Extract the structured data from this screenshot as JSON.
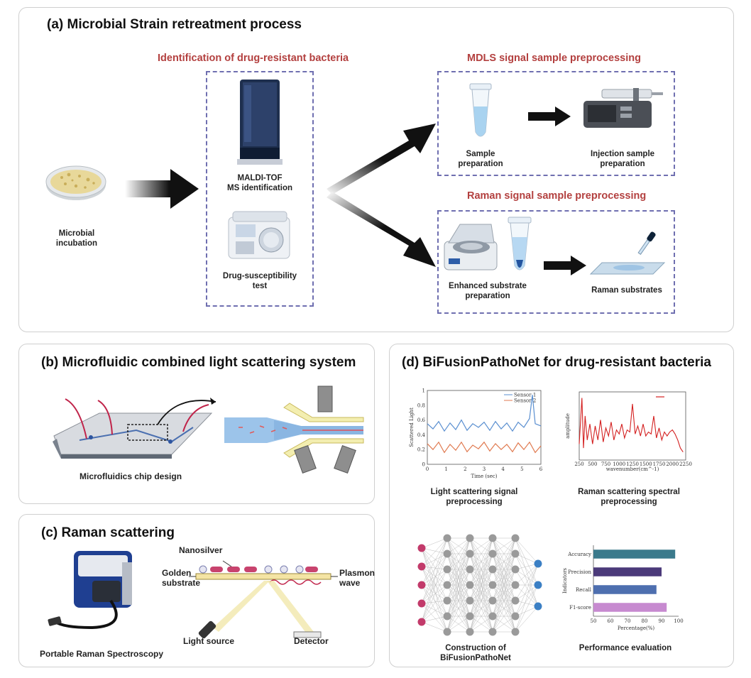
{
  "panel_a": {
    "title": "(a) Microbial Strain retreatment process",
    "section_identification": "Identification of drug-resistant bacteria",
    "section_mdls": "MDLS signal sample preprocessing",
    "section_raman": "Raman signal sample preprocessing",
    "labels": {
      "incubation": "Microbial\nincubation",
      "maldi": "MALDI-TOF\nMS identification",
      "drug_test": "Drug-susceptibility\ntest",
      "sample_prep": "Sample\npreparation",
      "injection_prep": "Injection sample\npreparation",
      "enhanced_substrate": "Enhanced substrate\npreparation",
      "raman_substrates": "Raman substrates"
    }
  },
  "panel_b": {
    "title": "(b) Microfluidic combined light scattering system",
    "chip_label": "Microfluidics chip design"
  },
  "panel_c": {
    "title": "(c) Raman scattering",
    "device_label": "Portable Raman Spectroscopy",
    "nanosilver": "Nanosilver",
    "golden_substrate": "Golden\nsubstrate",
    "plasmon_wave": "Plasmon\nwave",
    "light_source": "Light source",
    "detector": "Detector"
  },
  "panel_d": {
    "title": "(d) BiFusionPathoNet for drug-resistant bacteria",
    "light_caption": "Light scattering signal\npreprocessing",
    "raman_caption": "Raman scattering spectral\npreprocessing",
    "network_caption": "Construction of\nBiFusionPathoNet",
    "performance_caption": "Performance evaluation"
  },
  "chart_data": [
    {
      "type": "line",
      "xlabel": "Time (sec)",
      "ylabel": "Scattered Light",
      "xlim": [
        0,
        6
      ],
      "ylim": [
        0,
        1
      ],
      "x_ticks": [
        0,
        1,
        2,
        3,
        4,
        5,
        6
      ],
      "y_ticks": [
        0,
        0.2,
        0.4,
        0.6,
        0.8,
        1
      ],
      "series": [
        {
          "name": "Sensor 1",
          "color": "#5a8fd0",
          "x": [
            0,
            0.3,
            0.6,
            0.9,
            1.2,
            1.5,
            1.8,
            2.1,
            2.4,
            2.7,
            3.0,
            3.3,
            3.6,
            3.9,
            4.2,
            4.5,
            4.8,
            5.1,
            5.4,
            5.55,
            5.7,
            6.0
          ],
          "y": [
            0.55,
            0.48,
            0.58,
            0.45,
            0.56,
            0.47,
            0.6,
            0.46,
            0.55,
            0.5,
            0.57,
            0.46,
            0.58,
            0.48,
            0.56,
            0.45,
            0.57,
            0.5,
            0.62,
            0.94,
            0.55,
            0.52
          ]
        },
        {
          "name": "Sensor 2",
          "color": "#e07a50",
          "x": [
            0,
            0.3,
            0.6,
            0.9,
            1.2,
            1.5,
            1.8,
            2.1,
            2.4,
            2.7,
            3.0,
            3.3,
            3.6,
            3.9,
            4.2,
            4.5,
            4.8,
            5.1,
            5.4,
            5.7,
            6.0
          ],
          "y": [
            0.28,
            0.2,
            0.3,
            0.16,
            0.27,
            0.19,
            0.3,
            0.17,
            0.26,
            0.21,
            0.3,
            0.18,
            0.28,
            0.2,
            0.27,
            0.17,
            0.29,
            0.2,
            0.3,
            0.16,
            0.25
          ]
        }
      ]
    },
    {
      "type": "line",
      "xlabel": "wavenumber(cm^-1)",
      "ylabel": "amplitude",
      "xlim": [
        250,
        2250
      ],
      "ylim": [
        -0.6,
        1.1
      ],
      "x_ticks": [
        250,
        500,
        750,
        1000,
        1250,
        1500,
        1750,
        2000,
        2250
      ],
      "series": [
        {
          "color": "#d42020",
          "x": [
            250,
            300,
            330,
            360,
            400,
            450,
            500,
            550,
            600,
            650,
            700,
            750,
            800,
            850,
            900,
            950,
            1000,
            1050,
            1100,
            1150,
            1200,
            1250,
            1300,
            1350,
            1400,
            1450,
            1500,
            1550,
            1600,
            1650,
            1700,
            1750,
            1800,
            1850,
            1900,
            1950,
            2000,
            2050,
            2100,
            2150,
            2200
          ],
          "y": [
            -0.2,
            0.95,
            -0.3,
            0.5,
            -0.1,
            0.3,
            -0.2,
            0.25,
            -0.1,
            0.4,
            -0.15,
            0.2,
            0.0,
            0.35,
            -0.1,
            0.15,
            0.05,
            0.3,
            -0.05,
            0.15,
            0.1,
            0.8,
            0.05,
            0.25,
            0.0,
            0.3,
            0.0,
            0.1,
            0.05,
            0.5,
            -0.05,
            0.2,
            -0.1,
            0.1,
            0.0,
            0.1,
            0.15,
            0.05,
            -0.1,
            -0.3,
            -0.4
          ]
        }
      ]
    },
    {
      "type": "bar",
      "orientation": "horizontal",
      "categories": [
        "Accuracy",
        "Precision",
        "Recall",
        "F1-score"
      ],
      "values": [
        98,
        90,
        87,
        93
      ],
      "colors": [
        "#3b7a8c",
        "#4b3a7a",
        "#4e6faf",
        "#c78ad0"
      ],
      "xlabel": "Percentage(%)",
      "ylabel": "Indicators",
      "xlim": [
        50,
        100
      ],
      "x_ticks": [
        50,
        60,
        70,
        80,
        90,
        100
      ]
    }
  ]
}
